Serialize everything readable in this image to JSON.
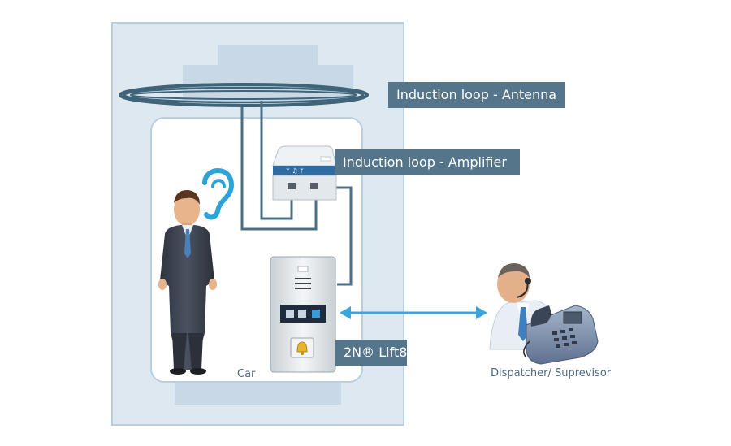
{
  "labels": {
    "antenna": "Induction loop - Antenna",
    "amplifier": "Induction loop - Amplifier",
    "lift": "2N® Lift8",
    "car": "Car",
    "dispatcher": "Dispatcher/ Suprevisor"
  },
  "icons": [
    "ear-icon",
    "person-icon",
    "dispatcher-icon",
    "telephone-icon",
    "bell-icon"
  ],
  "colors": {
    "shaft": "#d8e4ee",
    "loop": "#3f6377",
    "cable": "#4b7085",
    "label_bg": "#54758a",
    "arrow": "#3aa6dc",
    "ear": "#2fa3d8"
  }
}
